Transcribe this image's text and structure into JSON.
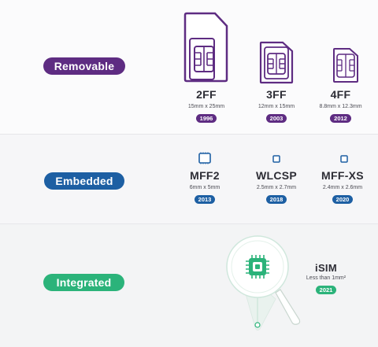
{
  "sections": {
    "removable": {
      "label": "Removable",
      "items": [
        {
          "name": "2FF",
          "dims": "15mm x 25mm",
          "year": "1996"
        },
        {
          "name": "3FF",
          "dims": "12mm x 15mm",
          "year": "2003"
        },
        {
          "name": "4FF",
          "dims": "8.8mm x 12.3mm",
          "year": "2012"
        }
      ]
    },
    "embedded": {
      "label": "Embedded",
      "items": [
        {
          "name": "MFF2",
          "dims": "6mm x 5mm",
          "year": "2013"
        },
        {
          "name": "WLCSP",
          "dims": "2.5mm x 2.7mm",
          "year": "2018"
        },
        {
          "name": "MFF-XS",
          "dims": "2.4mm x 2.6mm",
          "year": "2020"
        }
      ]
    },
    "integrated": {
      "label": "Integrated",
      "items": [
        {
          "name": "iSIM",
          "dims": "Less than 1mm²",
          "year": "2021"
        }
      ]
    }
  },
  "colors": {
    "removable": "#5e2c82",
    "embedded": "#1d5fa3",
    "integrated": "#2bb37a"
  },
  "icons": [
    "sim-card-icon",
    "chip-icon",
    "magnifier-icon"
  ]
}
